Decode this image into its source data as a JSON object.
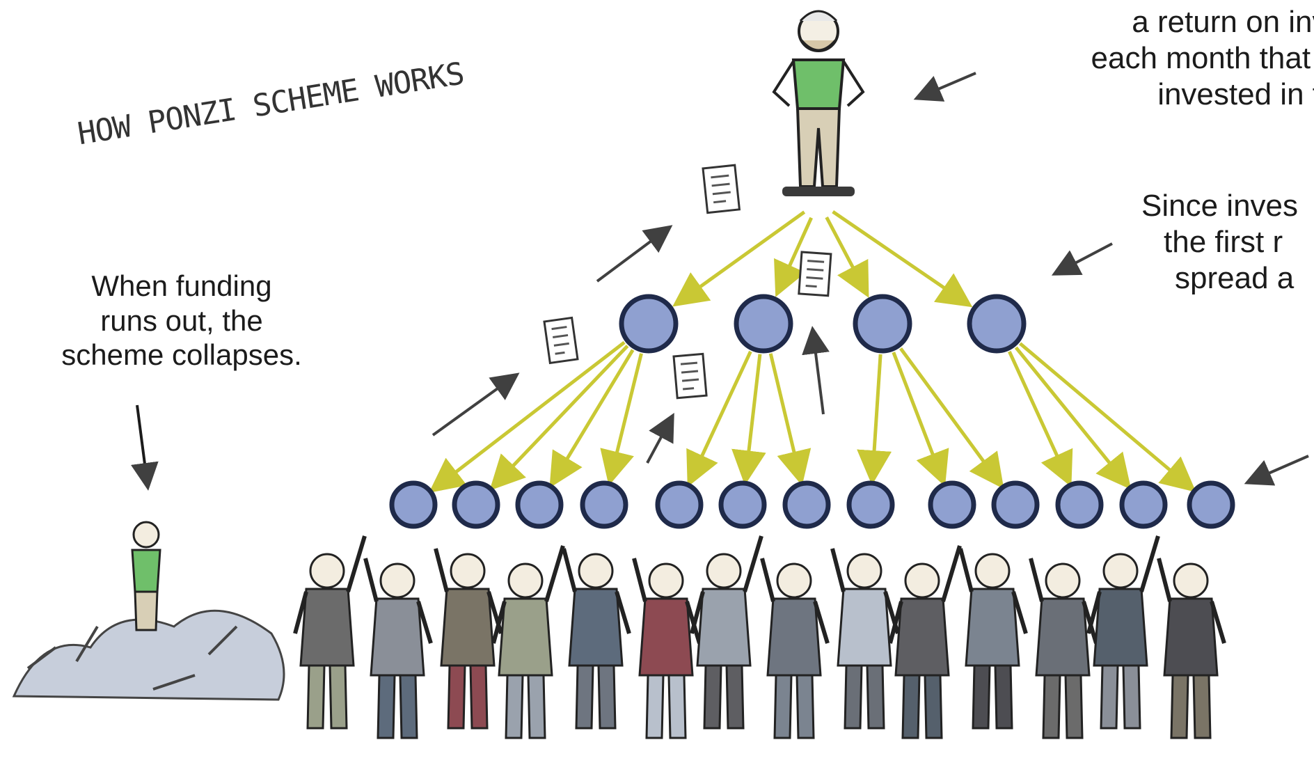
{
  "title": "HOW PONZI SCHEME WORKS",
  "captions": {
    "left": [
      "When funding",
      "runs out, the",
      "scheme collapses."
    ],
    "top_right": [
      "a return on inve",
      "each month that th",
      "invested in t"
    ],
    "mid_right": [
      "Since inves",
      "the first r",
      "spread a"
    ]
  },
  "colors": {
    "node_fill": "#8fa0d0",
    "node_stroke": "#1f2a4a",
    "flow_arrow": "#c9c834",
    "note_arrow": "#404040",
    "ink": "#1b1b1b"
  },
  "structure": {
    "top_person": 1,
    "level1_nodes": 4,
    "level2_nodes": 13
  }
}
